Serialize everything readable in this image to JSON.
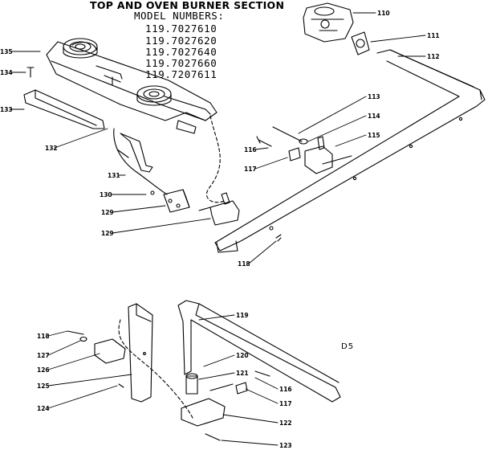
{
  "diagram": {
    "title": "TOP AND OVEN BURNER SECTION",
    "models_heading": "MODEL NUMBERS:",
    "models": [
      "119.7027610",
      "119.7027620",
      "119.7027640",
      "119.7027660",
      "119.7207611"
    ],
    "page_code": "D5",
    "callouts": [
      {
        "id": "c135",
        "label": "135"
      },
      {
        "id": "c134",
        "label": "134"
      },
      {
        "id": "c133",
        "label": "133"
      },
      {
        "id": "c132",
        "label": "132"
      },
      {
        "id": "c131",
        "label": "131"
      },
      {
        "id": "c130",
        "label": "130"
      },
      {
        "id": "c129a",
        "label": "129"
      },
      {
        "id": "c129b",
        "label": "129"
      },
      {
        "id": "c110",
        "label": "110"
      },
      {
        "id": "c111",
        "label": "111"
      },
      {
        "id": "c112",
        "label": "112"
      },
      {
        "id": "c113",
        "label": "113"
      },
      {
        "id": "c114",
        "label": "114"
      },
      {
        "id": "c115",
        "label": "115"
      },
      {
        "id": "c116",
        "label": "116"
      },
      {
        "id": "c117",
        "label": "117"
      },
      {
        "id": "c118a",
        "label": "118"
      },
      {
        "id": "c119",
        "label": "119"
      },
      {
        "id": "c120",
        "label": "120"
      },
      {
        "id": "c121",
        "label": "121"
      },
      {
        "id": "c116b",
        "label": "116"
      },
      {
        "id": "c117b",
        "label": "117"
      },
      {
        "id": "c122",
        "label": "122"
      },
      {
        "id": "c123",
        "label": "123"
      },
      {
        "id": "c118b",
        "label": "118"
      },
      {
        "id": "c127",
        "label": "127"
      },
      {
        "id": "c126",
        "label": "126"
      },
      {
        "id": "c125",
        "label": "125"
      },
      {
        "id": "c124",
        "label": "124"
      }
    ]
  }
}
